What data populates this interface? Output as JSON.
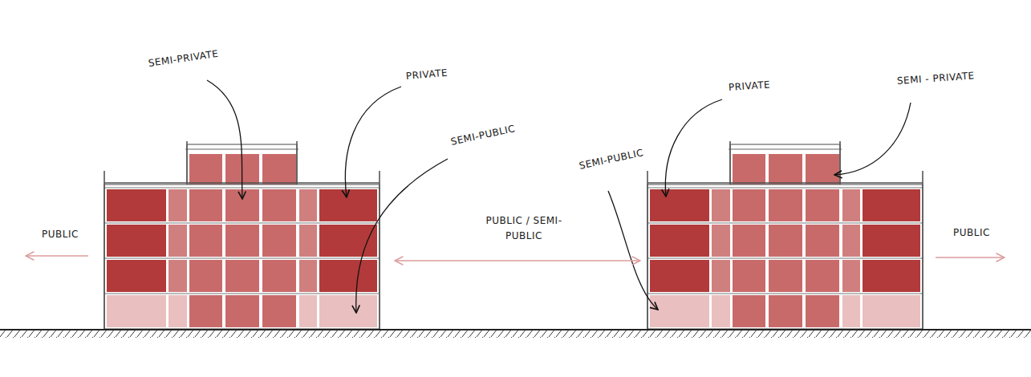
{
  "diagram": {
    "labels": [
      "SEMI-PRIVATE",
      "PRIVATE",
      "SEMI-PUBLIC",
      "PUBLIC",
      "PUBLIC / SEMI-PUBLIC",
      "PRIVATE",
      "SEMI - PRIVATE",
      "SEMI-PUBLIC",
      "PUBLIC"
    ]
  }
}
